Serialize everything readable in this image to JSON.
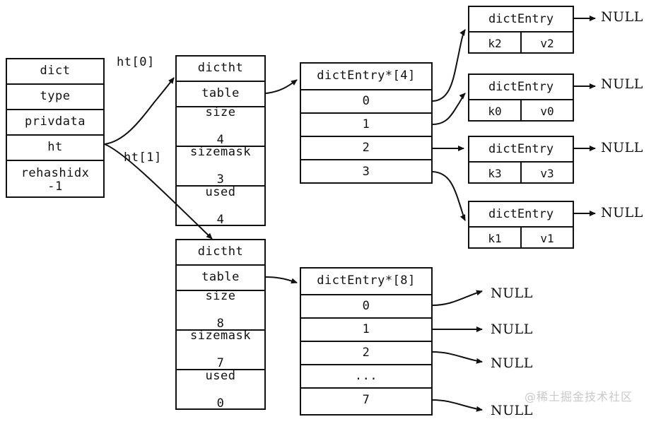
{
  "diagram": {
    "title": "redis-dict-rehash-structure",
    "watermark": "@稀土掘金技术社区",
    "colors": {
      "stroke": "#111111",
      "background": "#ffffff",
      "watermark": "#c9c9c9"
    },
    "dict_struct": {
      "header": "dict",
      "fields": [
        {
          "label": "type"
        },
        {
          "label": "privdata"
        },
        {
          "label": "ht"
        },
        {
          "label": "rehashidx\n-1"
        }
      ]
    },
    "edge_labels": {
      "ht0": "ht[0]",
      "ht1": "ht[1]"
    },
    "hashtables": [
      {
        "header": "dictht",
        "table_label": "table",
        "size_label": "size",
        "size_value": "4",
        "sizemask_label": "sizemask",
        "sizemask_value": "3",
        "used_label": "used",
        "used_value": "4"
      },
      {
        "header": "dictht",
        "table_label": "table",
        "size_label": "size",
        "size_value": "8",
        "sizemask_label": "sizemask",
        "sizemask_value": "7",
        "used_label": "used",
        "used_value": "0"
      }
    ],
    "bucket_tables": [
      {
        "header": "dictEntry*[4]",
        "buckets": [
          "0",
          "1",
          "2",
          "3"
        ]
      },
      {
        "header": "dictEntry*[8]",
        "buckets": [
          "0",
          "1",
          "2",
          "...",
          "7"
        ]
      }
    ],
    "entries": [
      {
        "header": "dictEntry",
        "key": "k2",
        "value": "v2",
        "next": "NULL"
      },
      {
        "header": "dictEntry",
        "key": "k0",
        "value": "v0",
        "next": "NULL"
      },
      {
        "header": "dictEntry",
        "key": "k3",
        "value": "v3",
        "next": "NULL"
      },
      {
        "header": "dictEntry",
        "key": "k1",
        "value": "v1",
        "next": "NULL"
      }
    ],
    "empty_buckets_null": [
      "NULL",
      "NULL",
      "NULL",
      "NULL"
    ]
  }
}
